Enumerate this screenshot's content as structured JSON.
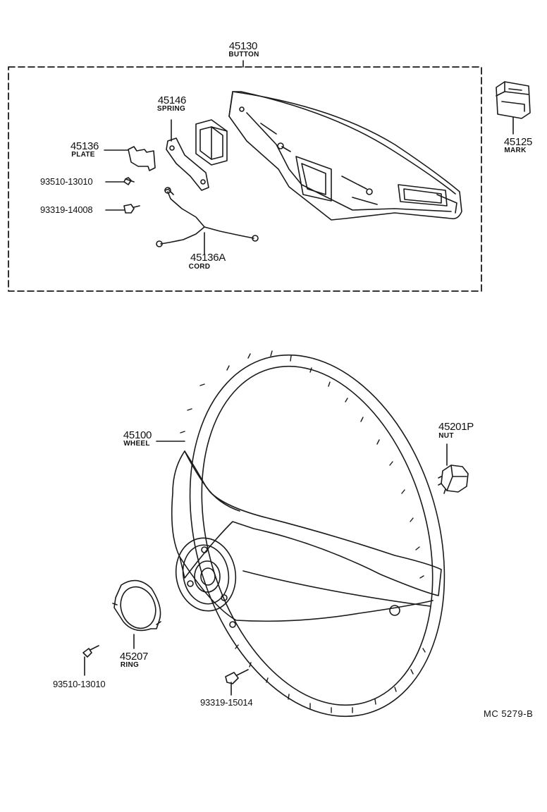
{
  "parts": {
    "button": {
      "number": "45130",
      "name": "BUTTON"
    },
    "spring": {
      "number": "45146",
      "name": "SPRING"
    },
    "plate": {
      "number": "45136",
      "name": "PLATE"
    },
    "screw_a": {
      "number": "93510-13010"
    },
    "screw_b": {
      "number": "93319-14008"
    },
    "cord": {
      "number": "45136A",
      "name": "CORD"
    },
    "mark": {
      "number": "45125",
      "name": "MARK"
    },
    "wheel": {
      "number": "45100",
      "name": "WHEEL"
    },
    "nut": {
      "number": "45201P",
      "name": "NUT"
    },
    "ring": {
      "number": "45207",
      "name": "RING"
    },
    "screw_c": {
      "number": "93510-13010"
    },
    "bolt": {
      "number": "93319-15014"
    }
  },
  "reference": "MC  5279-B",
  "colors": {
    "line": "#1a1a1a",
    "background": "#ffffff"
  }
}
